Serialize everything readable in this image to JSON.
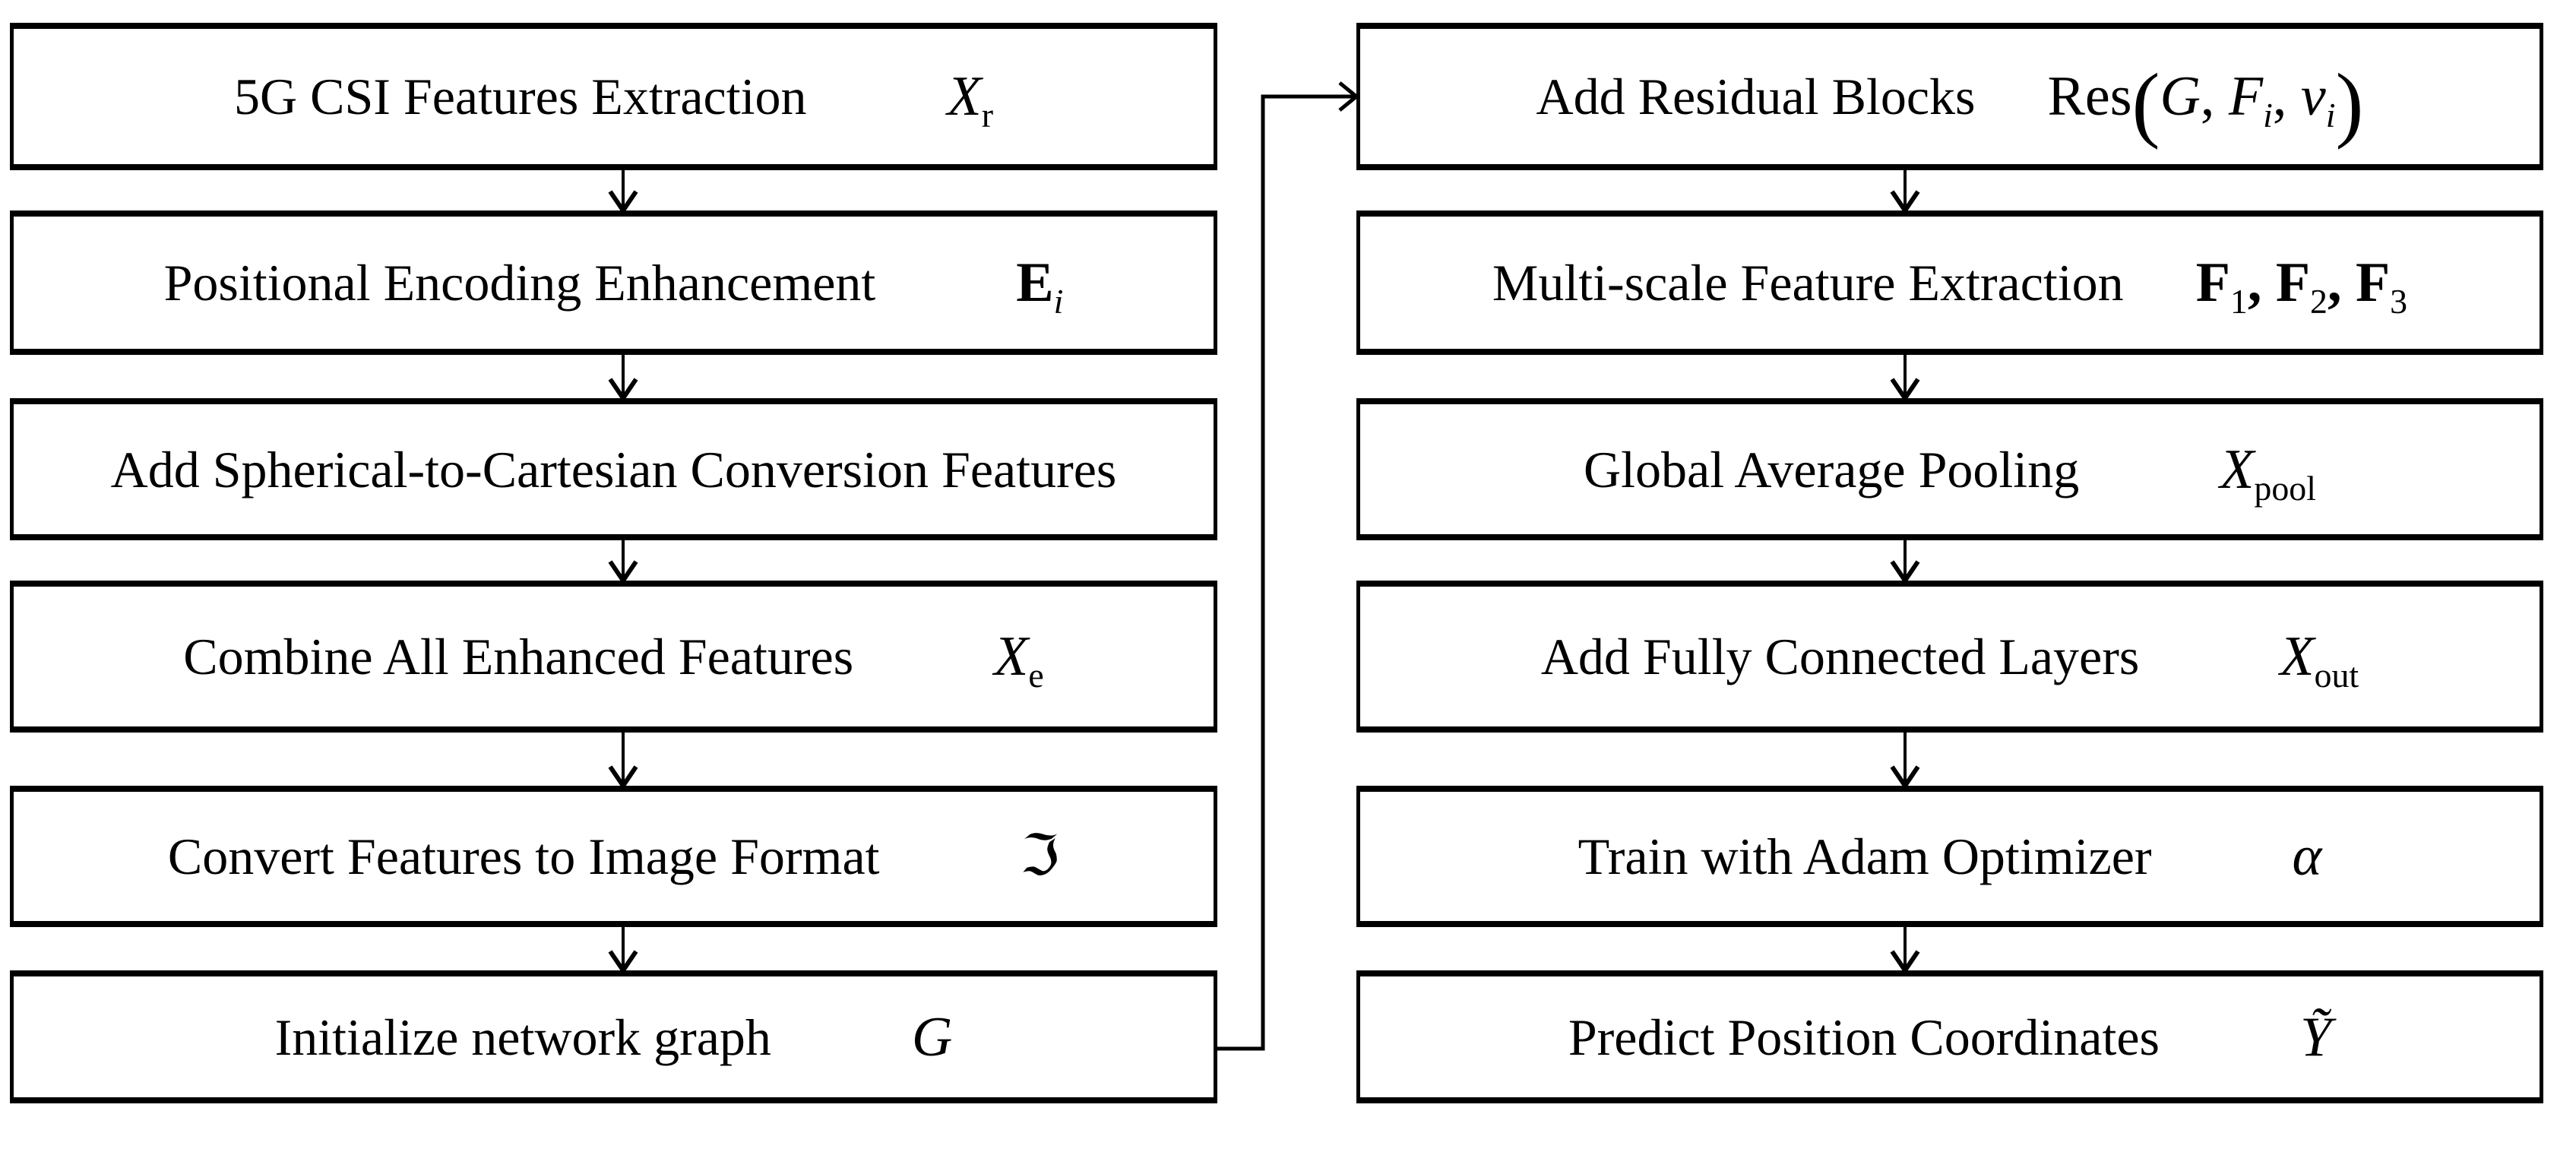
{
  "diagram": {
    "background_color": "#ffffff",
    "line_color": "#000000",
    "columns": [
      {
        "boxes": [
          {
            "label": "5G CSI Features Extraction",
            "symbol": [
              {
                "t": "X",
                "i": 1
              },
              {
                "t": "r",
                "sub": 1
              }
            ]
          },
          {
            "label": "Positional Encoding Enhancement",
            "symbol": [
              {
                "t": "E",
                "b": 1
              },
              {
                "t": "i",
                "sub": 1,
                "i": 1
              }
            ]
          },
          {
            "label": "Add Spherical-to-Cartesian Conversion Features",
            "symbol": []
          },
          {
            "label": "Combine All Enhanced Features",
            "symbol": [
              {
                "t": "X",
                "i": 1
              },
              {
                "t": "e",
                "sub": 1
              }
            ]
          },
          {
            "label": "Convert Features to Image Format",
            "symbol": [
              {
                "t": "ℑ"
              }
            ]
          },
          {
            "label": "Initialize network graph",
            "symbol": [
              {
                "t": "G",
                "i": 1
              }
            ]
          }
        ]
      },
      {
        "boxes": [
          {
            "label": "Add Residual Blocks",
            "symbol": [
              {
                "t": "Res"
              },
              {
                "t": "(",
                "big": 1
              },
              {
                "t": "G",
                "i": 1
              },
              {
                "t": ", "
              },
              {
                "t": "F",
                "i": 1
              },
              {
                "t": "i",
                "sub": 1,
                "i": 1
              },
              {
                "t": ", "
              },
              {
                "t": "v",
                "i": 1
              },
              {
                "t": "i",
                "sub": 1,
                "i": 1
              },
              {
                "t": ")",
                "big": 1
              }
            ]
          },
          {
            "label": "Multi-scale Feature Extraction",
            "symbol": [
              {
                "t": "F",
                "b": 1
              },
              {
                "t": "1",
                "sub": 1
              },
              {
                "t": ", ",
                "b": 1
              },
              {
                "t": "F",
                "b": 1
              },
              {
                "t": "2",
                "sub": 1
              },
              {
                "t": ", ",
                "b": 1
              },
              {
                "t": "F",
                "b": 1
              },
              {
                "t": "3",
                "sub": 1
              }
            ]
          },
          {
            "label": "Global Average Pooling",
            "symbol": [
              {
                "t": "X",
                "i": 1
              },
              {
                "t": "pool",
                "sub": 1
              }
            ]
          },
          {
            "label": "Add Fully Connected Layers",
            "symbol": [
              {
                "t": "X",
                "i": 1
              },
              {
                "t": "out",
                "sub": 1
              }
            ]
          },
          {
            "label": "Train with Adam Optimizer",
            "symbol": [
              {
                "t": "α",
                "i": 1
              }
            ]
          },
          {
            "label": "Predict Position Coordinates",
            "symbol": [
              {
                "t": "Ỹ",
                "i": 1
              }
            ]
          }
        ]
      }
    ]
  }
}
